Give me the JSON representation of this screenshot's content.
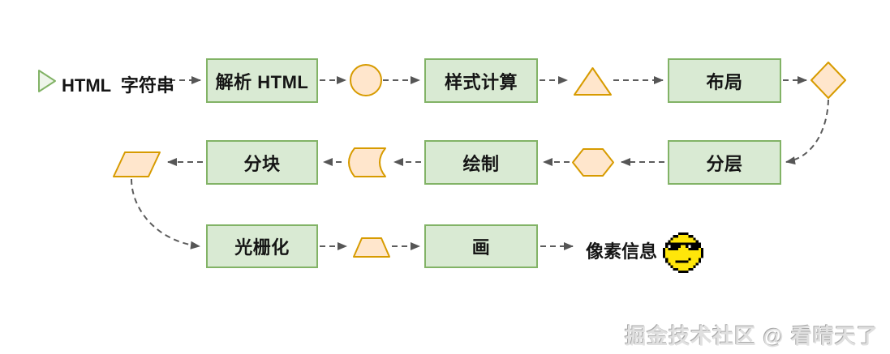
{
  "diagram": {
    "title_semantic": "browser-rendering-pipeline-flowchart",
    "start": {
      "label": "HTML  字符串"
    },
    "end": {
      "label": "像素信息"
    },
    "nodes": [
      {
        "id": "parse-html",
        "label": "解析 HTML"
      },
      {
        "id": "style-calc",
        "label": "样式计算"
      },
      {
        "id": "layout",
        "label": "布局"
      },
      {
        "id": "layering",
        "label": "分层"
      },
      {
        "id": "paint",
        "label": "绘制"
      },
      {
        "id": "tiling",
        "label": "分块"
      },
      {
        "id": "rasterize",
        "label": "光栅化"
      },
      {
        "id": "draw",
        "label": "画"
      }
    ],
    "connector_shapes": [
      "play-triangle",
      "circle",
      "triangle",
      "diamond",
      "hexagon",
      "stored-data",
      "parallelogram",
      "trapezoid",
      "sunglasses-smiley"
    ],
    "colors": {
      "node_fill": "#d9ead3",
      "node_border": "#82b366",
      "shape_fill": "#ffe6cc",
      "shape_border": "#d79b00",
      "arrow": "#5c5c5c",
      "emoji_yellow": "#ffe60a",
      "watermark_gray": "#e0e0e0"
    }
  },
  "watermark": {
    "text": "掘金技术社区 @ 看晴天了"
  }
}
